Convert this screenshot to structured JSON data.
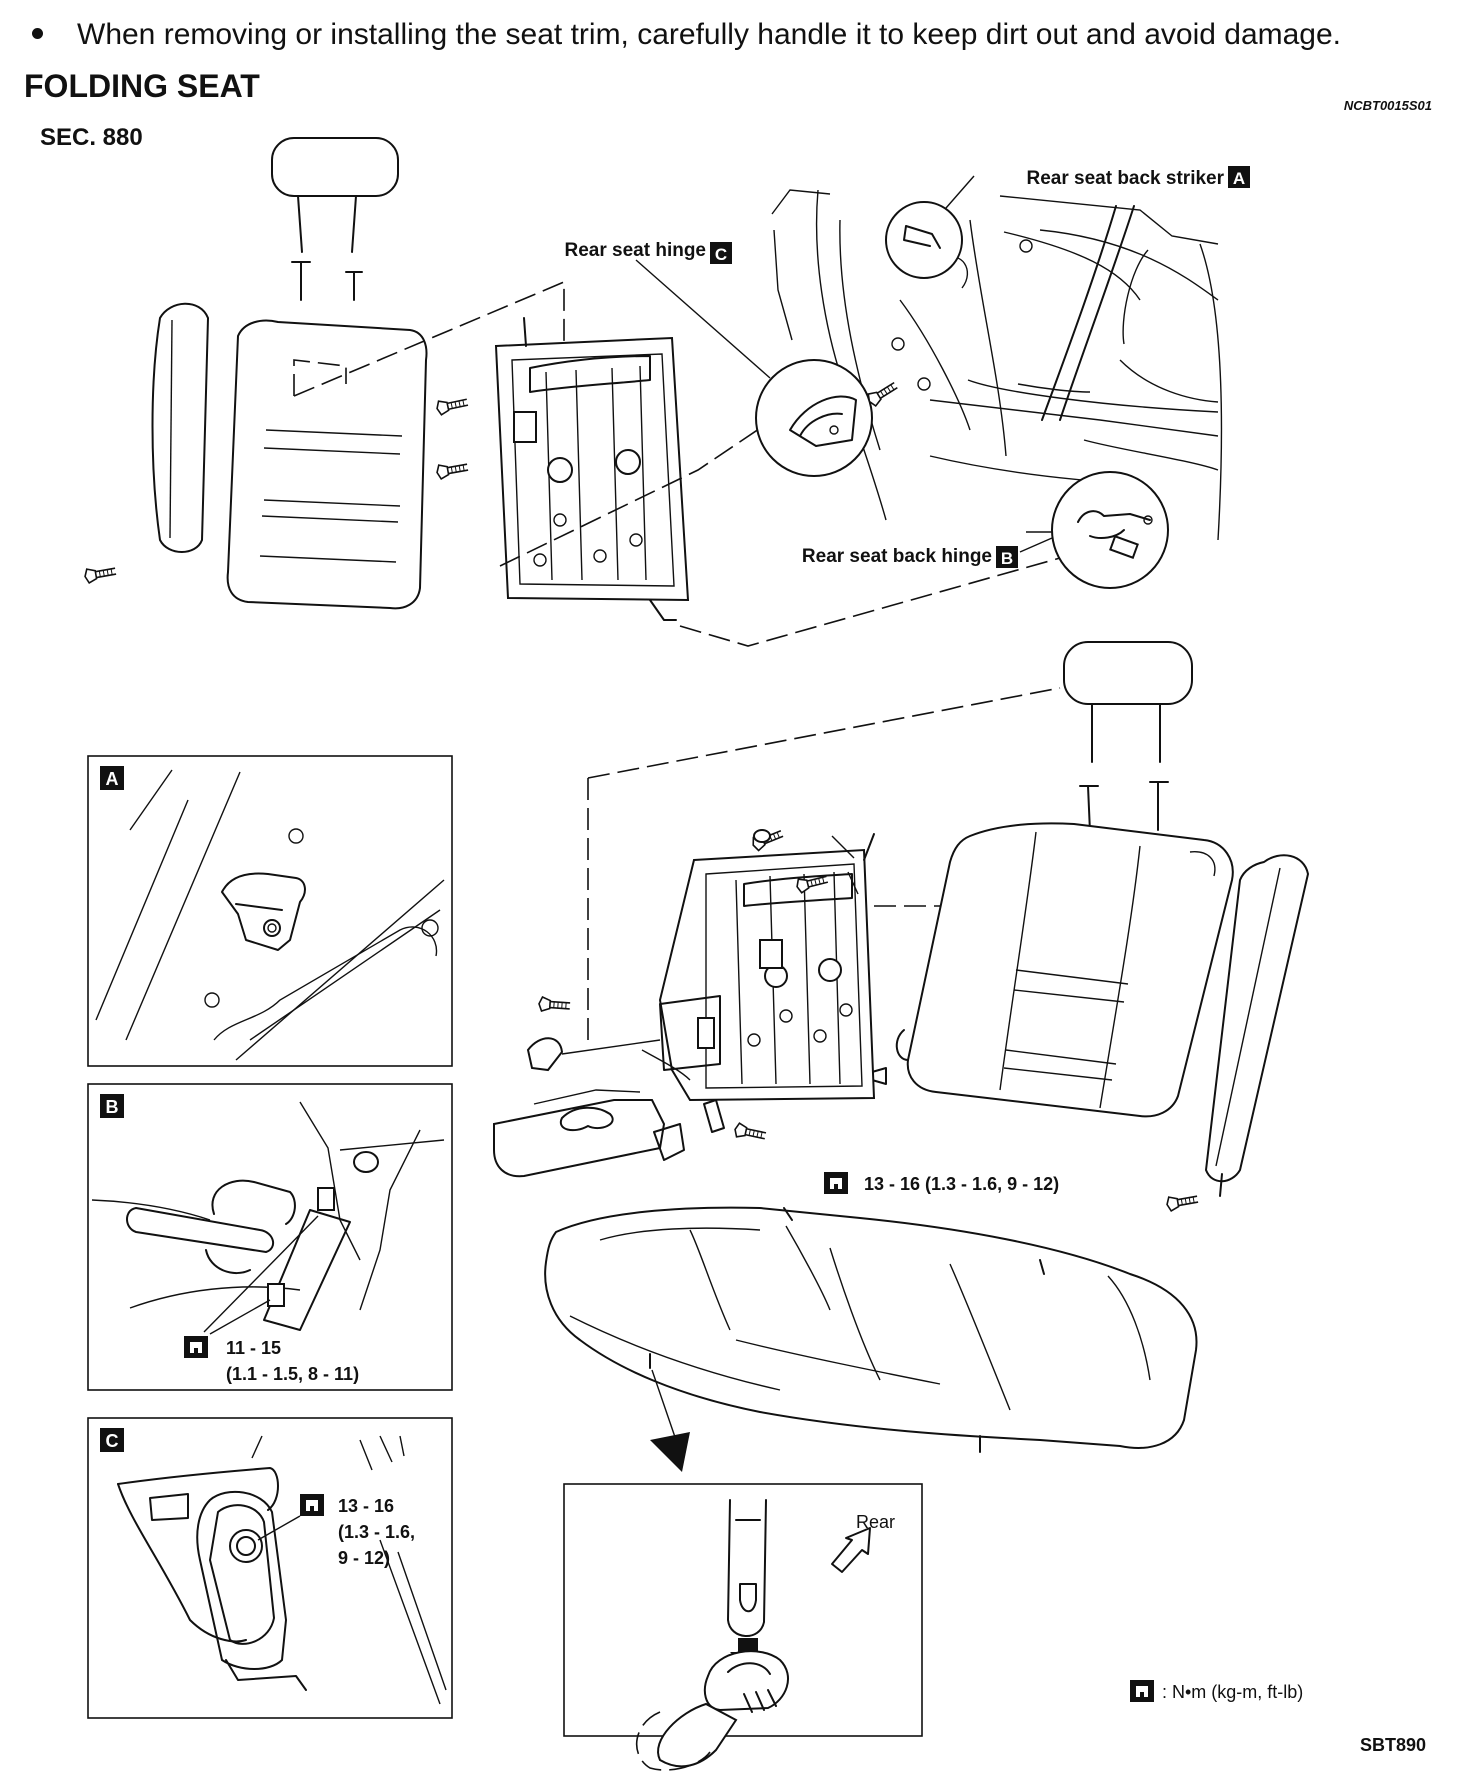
{
  "bullet_text": "When removing or installing the seat trim, carefully handle it to keep dirt out and avoid damage.",
  "section_title": "FOLDING SEAT",
  "ref_code": "NCBT0015S01",
  "sec_label": "SEC. 880",
  "callouts": {
    "striker": "Rear seat back striker",
    "hinge": "Rear seat hinge",
    "back_hinge": "Rear seat back hinge"
  },
  "detail_letters": {
    "a": "A",
    "b": "B",
    "c": "C"
  },
  "torque": {
    "main": "13 - 16 (1.3 - 1.6, 9 - 12)",
    "b_line1": "11 - 15",
    "b_line2": "(1.1 - 1.5, 8 - 11)",
    "c_line1": "13 - 16",
    "c_line2": "(1.3 - 1.6,",
    "c_line3": "9 - 12)"
  },
  "rear_label": "Rear",
  "legend": ": N•m (kg-m, ft-lb)",
  "figure_code": "SBT890"
}
